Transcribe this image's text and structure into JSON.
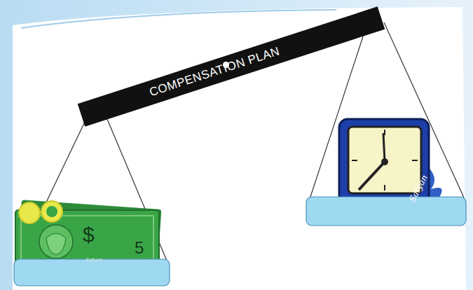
{
  "diagram": {
    "nodes": [
      {
        "text": [
          "COMPENSATION PLAN"
        ]
      }
    ],
    "labels": [
      "$",
      "5",
      "Satyan",
      "Satyan"
    ]
  }
}
